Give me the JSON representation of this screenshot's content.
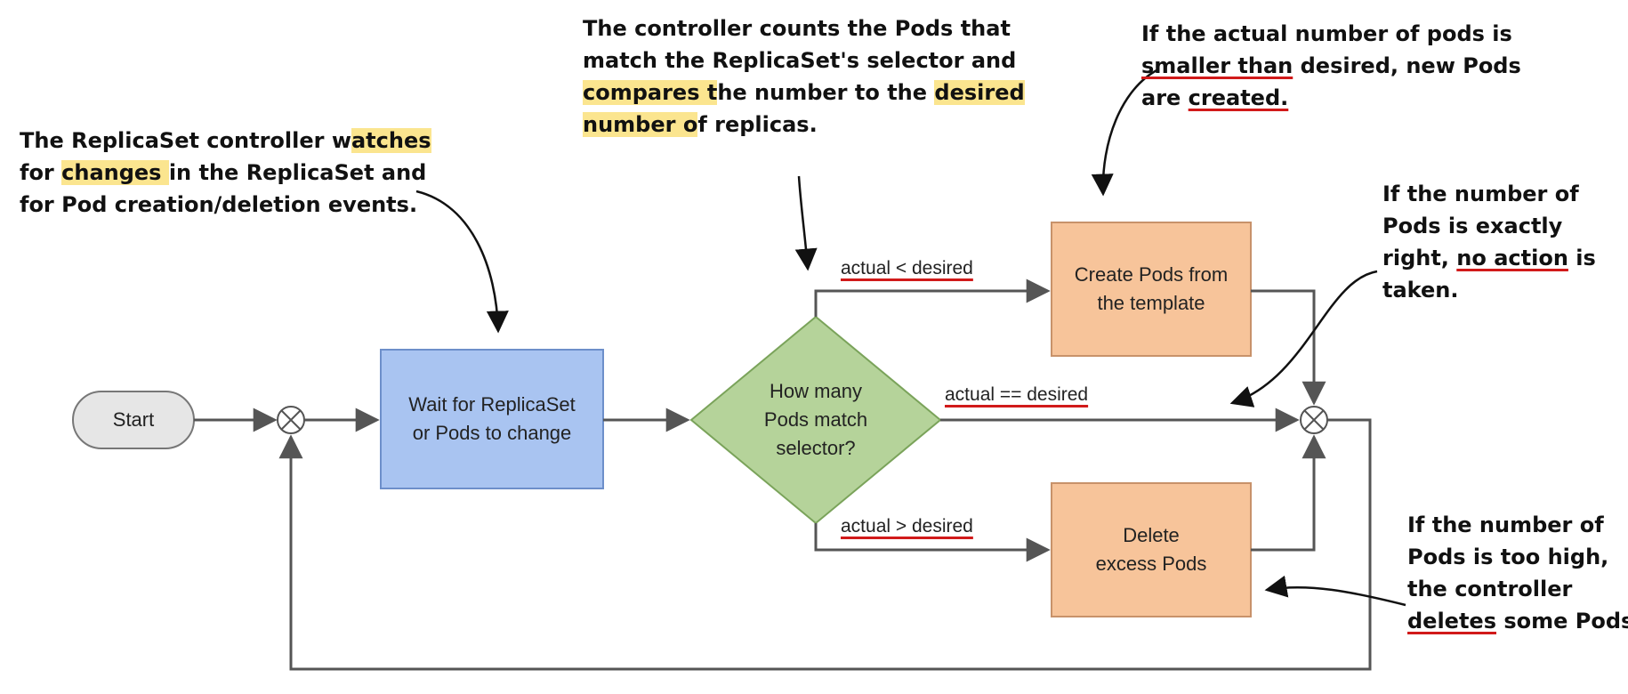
{
  "nodes": {
    "start": "Start",
    "wait_line1": "Wait for ReplicaSet",
    "wait_line2": "or Pods to change",
    "decision_line1": "How many",
    "decision_line2": "Pods match",
    "decision_line3": "selector?",
    "create_line1": "Create Pods from",
    "create_line2": "the template",
    "delete_line1": "Delete",
    "delete_line2": "excess Pods"
  },
  "edges": {
    "lt": "actual < desired",
    "eq": "actual == desired",
    "gt": "actual > desired"
  },
  "annotations": {
    "watch": {
      "l1a": "The ReplicaSet controller w",
      "l1b": "atches",
      "l2a": "for ",
      "l2b": "changes ",
      "l2c": "in the ReplicaSet and",
      "l3": "for Pod creation/deletion events."
    },
    "count": {
      "l1": "The controller counts the Pods that",
      "l2": "match the ReplicaSet's selector and",
      "l3a": "compares t",
      "l3b": "he number to the ",
      "l3c": "desired",
      "l4a": "number o",
      "l4b": "f replicas."
    },
    "smaller": {
      "l1": "If the actual number of pods is",
      "l2a": "smaller than",
      "l2b": " desired, new Pods",
      "l3a": "are ",
      "l3b": "created."
    },
    "exact": {
      "l1": "If the number of",
      "l2": "Pods is exactly",
      "l3a": "right, ",
      "l3b": "no action",
      "l3c": " is",
      "l4": "taken."
    },
    "toohigh": {
      "l1": "If the number of",
      "l2": "Pods is too high,",
      "l3": "the controller",
      "l4a": "deletes",
      "l4b": " some Pods."
    }
  },
  "colors": {
    "start_fill": "#e6e6e6",
    "wait_fill": "#a9c4f1",
    "decision_fill": "#b5d39a",
    "action_fill": "#f7c49a",
    "highlight": "#fbe58f",
    "underline": "#d11a1a",
    "arrow": "#555555"
  }
}
